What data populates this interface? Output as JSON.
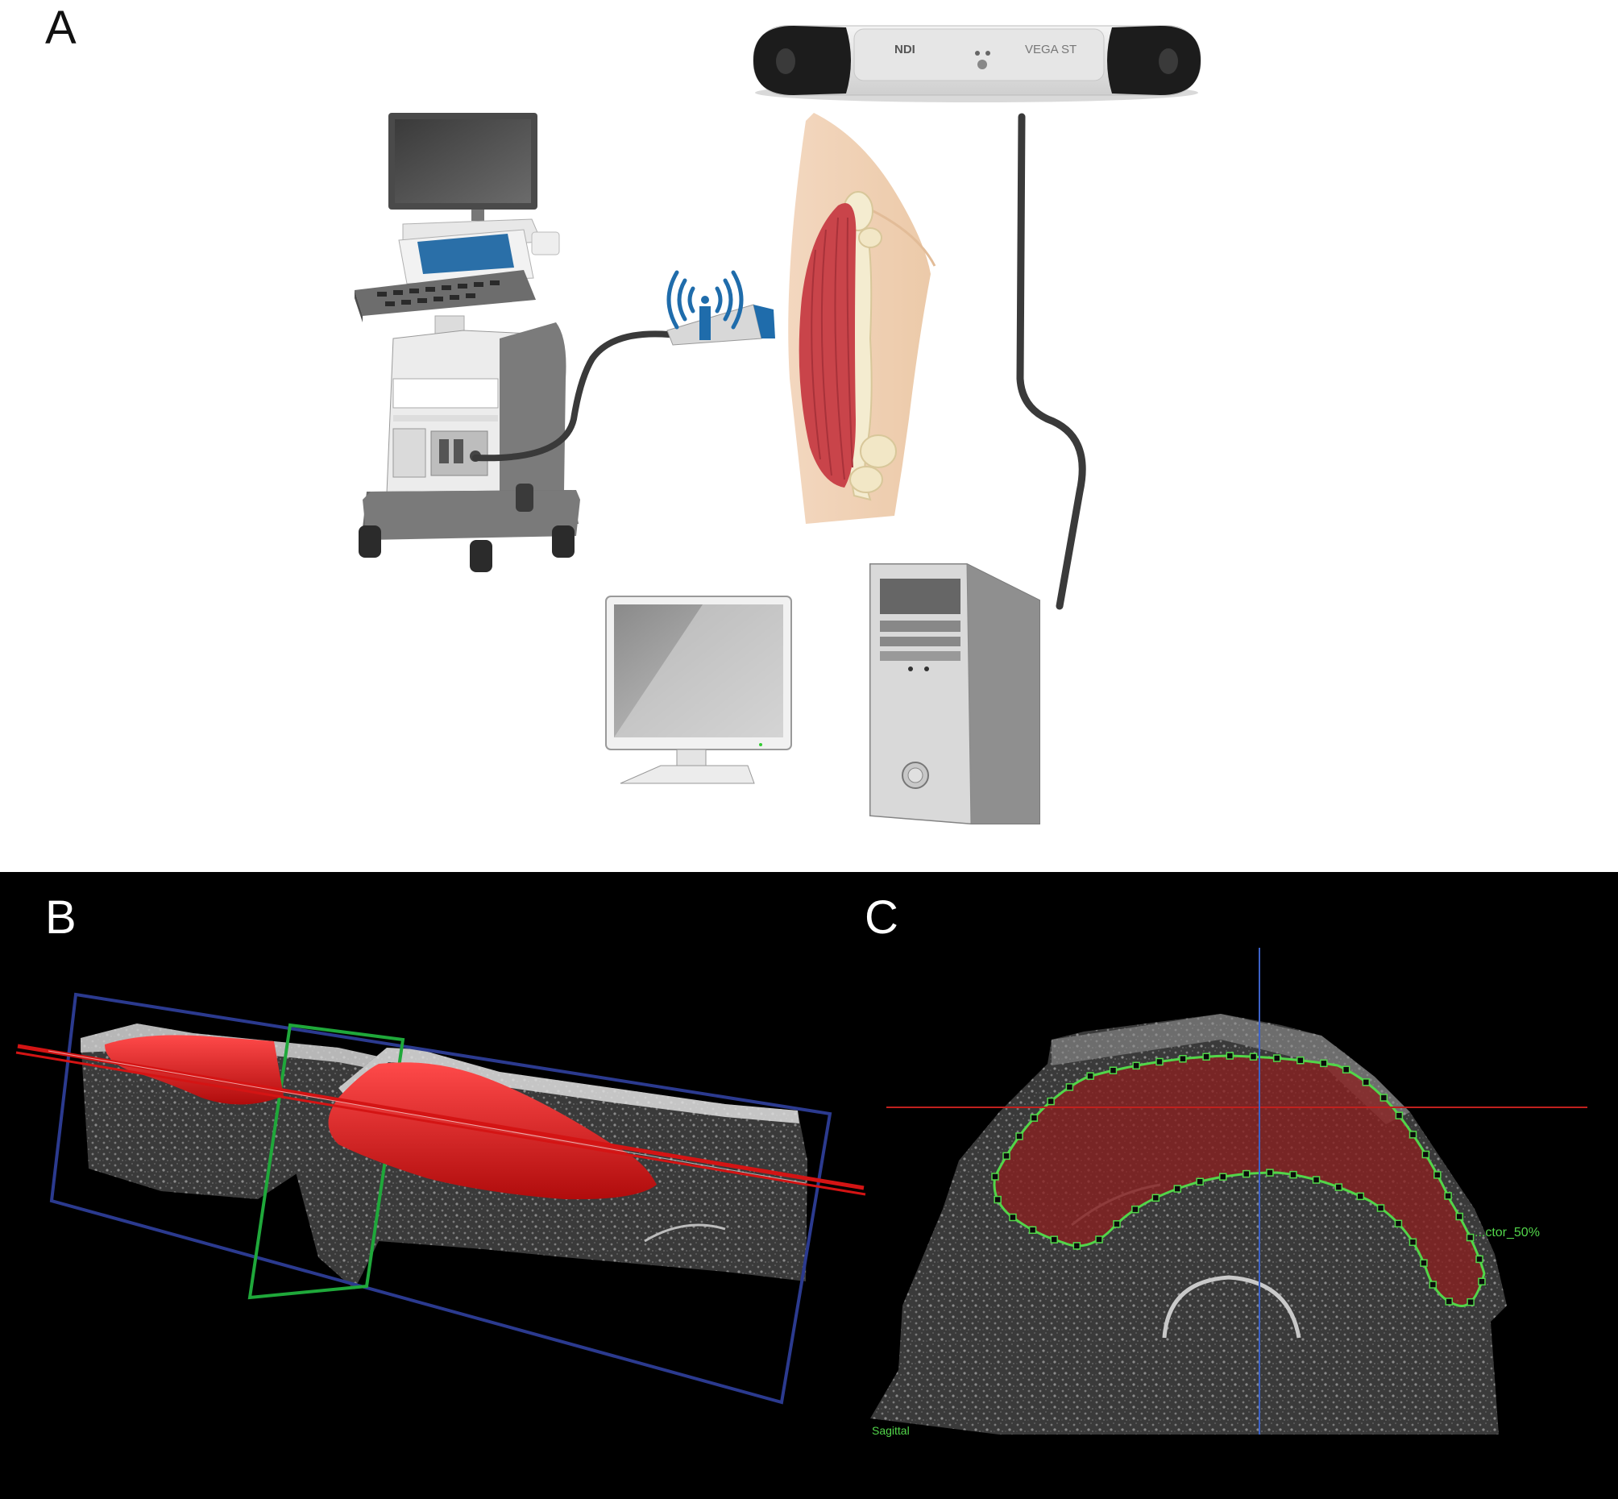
{
  "figure": {
    "panel_labels": [
      "A",
      "B",
      "C"
    ]
  },
  "panel_a": {
    "tracker_brand": "NDI",
    "tracker_model": "VEGA ST",
    "devices": [
      "ultrasound-cart",
      "wireless-probe",
      "thigh-muscle",
      "optical-tracker",
      "monitor",
      "pc-tower"
    ]
  },
  "panel_b": {
    "colors": {
      "segmentation": "#e01818",
      "frame_blue": "#2b3a8f",
      "frame_green": "#1fa83a",
      "plane_red": "#d41414"
    }
  },
  "panel_c": {
    "contour_label": "...ctor_50%",
    "view_label": "Sagittal",
    "colors": {
      "contour": "#52d64a",
      "crosshair_h": "#c0201e",
      "crosshair_v": "#3c62c8",
      "fill": "#8a2020"
    }
  }
}
